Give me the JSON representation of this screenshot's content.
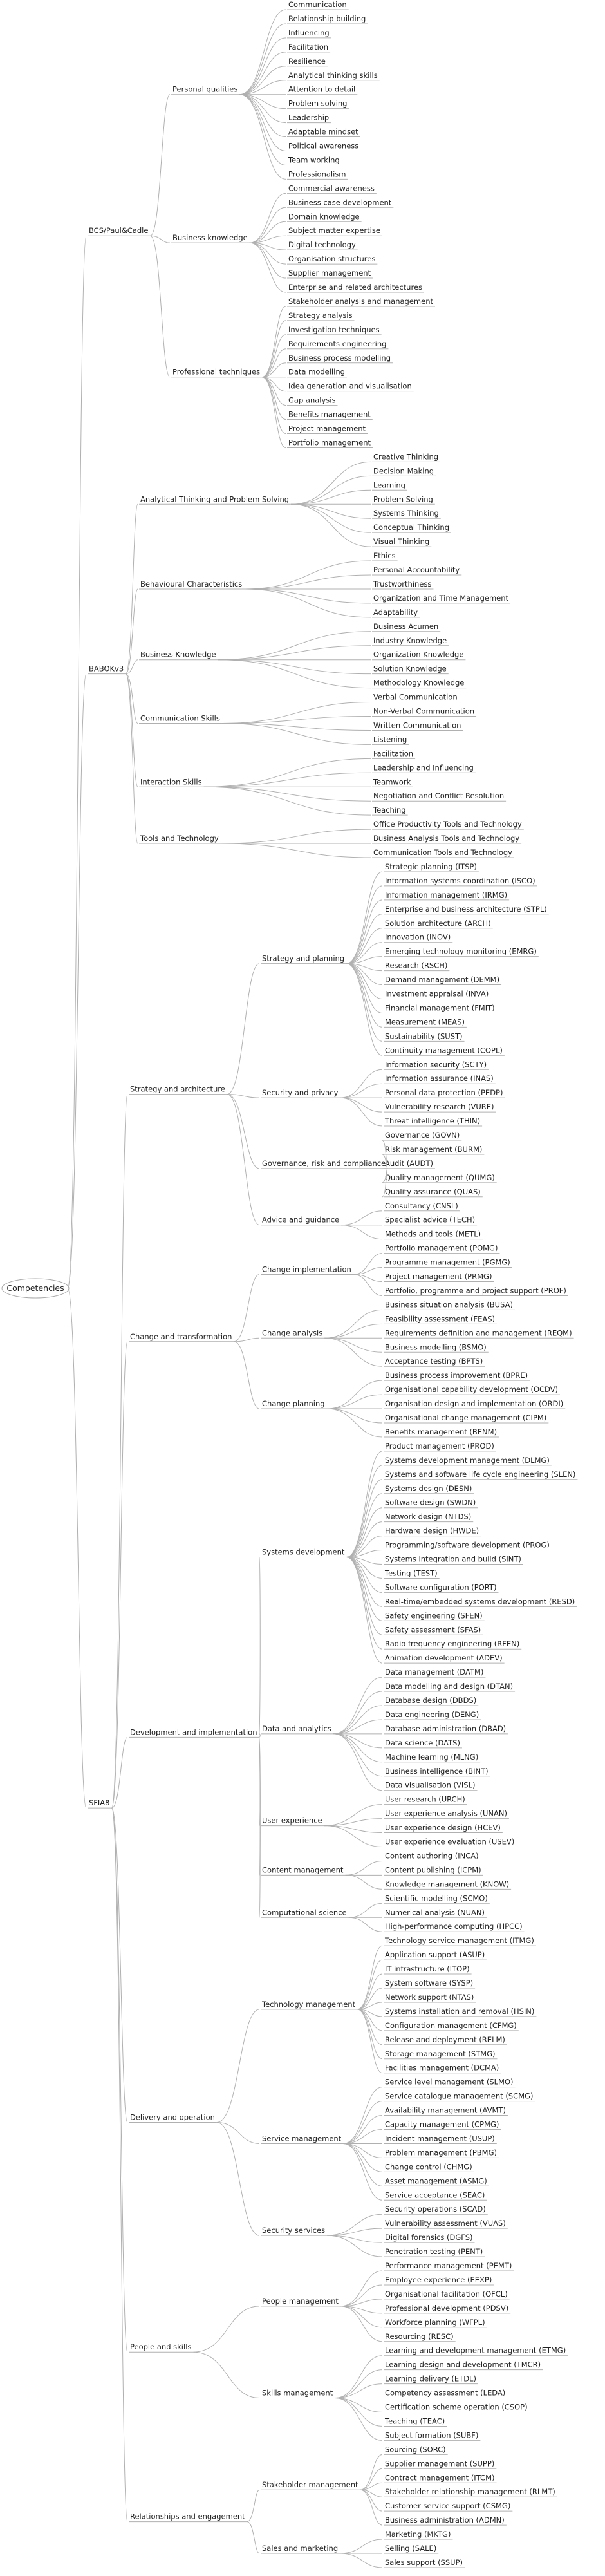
{
  "root": "Competencies",
  "frameworks": [
    {
      "label": "BCS/Paul&Cadle",
      "groups": [
        {
          "label": "Personal qualities",
          "items": [
            "Communication",
            "Relationship building",
            "Influencing",
            "Facilitation",
            "Resilience",
            "Analytical thinking skills",
            "Attention to detail",
            "Problem solving",
            "Leadership",
            "Adaptable mindset",
            "Political awareness",
            "Team working",
            "Professionalism"
          ]
        },
        {
          "label": "Business knowledge",
          "items": [
            "Commercial awareness",
            "Business case development",
            "Domain knowledge",
            "Subject matter expertise",
            "Digital technology",
            "Organisation structures",
            "Supplier management",
            "Enterprise and related architectures"
          ]
        },
        {
          "label": "Professional techniques",
          "items": [
            "Stakeholder analysis and management",
            "Strategy analysis",
            "Investigation techniques",
            "Requirements engineering",
            "Business process modelling",
            "Data modelling",
            "Idea generation and visualisation",
            "Gap analysis",
            "Benefits management",
            "Project management",
            "Portfolio management"
          ]
        }
      ]
    },
    {
      "label": "BABOKv3",
      "groups": [
        {
          "label": "Analytical Thinking and Problem Solving",
          "items": [
            "Creative Thinking",
            "Decision Making",
            "Learning",
            "Problem Solving",
            "Systems Thinking",
            "Conceptual Thinking",
            "Visual Thinking"
          ]
        },
        {
          "label": "Behavioural Characteristics",
          "items": [
            "Ethics",
            "Personal Accountability",
            "Trustworthiness",
            "Organization and Time Management",
            "Adaptability"
          ]
        },
        {
          "label": "Business Knowledge",
          "items": [
            "Business Acumen",
            "Industry Knowledge",
            "Organization Knowledge",
            "Solution Knowledge",
            "Methodology Knowledge"
          ]
        },
        {
          "label": "Communication Skills",
          "items": [
            "Verbal Communication",
            "Non-Verbal Communication",
            "Written Communication",
            "Listening"
          ]
        },
        {
          "label": "Interaction Skills",
          "items": [
            "Facilitation",
            "Leadership and Influencing",
            "Teamwork",
            "Negotiation and Conflict Resolution",
            "Teaching"
          ]
        },
        {
          "label": "Tools and Technology",
          "items": [
            "Office Productivity Tools and Technology",
            "Business Analysis Tools and Technology",
            "Communication Tools and Technology"
          ]
        }
      ]
    },
    {
      "label": "SFIA8",
      "categories": [
        {
          "label": "Strategy and architecture",
          "groups": [
            {
              "label": "Strategy and planning",
              "items": [
                "Strategic planning (ITSP)",
                "Information systems coordination (ISCO)",
                "Information management (IRMG)",
                "Enterprise and business architecture (STPL)",
                "Solution architecture (ARCH)",
                "Innovation (INOV)",
                "Emerging technology monitoring (EMRG)",
                "Research (RSCH)",
                "Demand management (DEMM)",
                "Investment appraisal (INVA)",
                "Financial management (FMIT)",
                "Measurement (MEAS)",
                "Sustainability (SUST)",
                "Continuity management (COPL)"
              ]
            },
            {
              "label": "Security and privacy",
              "items": [
                "Information security (SCTY)",
                "Information assurance (INAS)",
                "Personal data protection (PEDP)",
                "Vulnerability research (VURE)",
                "Threat intelligence (THIN)"
              ]
            },
            {
              "label": "Governance, risk and compliance",
              "items": [
                "Governance (GOVN)",
                "Risk management (BURM)",
                "Audit (AUDT)",
                "Quality management (QUMG)",
                "Quality assurance (QUAS)"
              ]
            },
            {
              "label": "Advice and guidance",
              "items": [
                "Consultancy (CNSL)",
                "Specialist advice (TECH)",
                "Methods and tools (METL)"
              ]
            }
          ]
        },
        {
          "label": "Change and transformation",
          "groups": [
            {
              "label": "Change implementation",
              "items": [
                "Portfolio management (POMG)",
                "Programme management (PGMG)",
                "Project management (PRMG)",
                "Portfolio, programme and project support (PROF)"
              ]
            },
            {
              "label": "Change analysis",
              "items": [
                "Business situation analysis (BUSA)",
                "Feasibility assessment (FEAS)",
                "Requirements definition and management (REQM)",
                "Business modelling (BSMO)",
                "Acceptance testing (BPTS)"
              ]
            },
            {
              "label": "Change planning",
              "items": [
                "Business process improvement (BPRE)",
                "Organisational capability development (OCDV)",
                "Organisation design and implementation (ORDI)",
                "Organisational change management (CIPM)",
                "Benefits management (BENM)"
              ]
            }
          ]
        },
        {
          "label": "Development and implementation",
          "groups": [
            {
              "label": "Systems development",
              "items": [
                "Product management (PROD)",
                "Systems development management (DLMG)",
                "Systems and software life cycle engineering (SLEN)",
                "Systems design (DESN)",
                "Software design (SWDN)",
                "Network design (NTDS)",
                "Hardware design (HWDE)",
                "Programming/software development (PROG)",
                "Systems integration and build (SINT)",
                "Testing (TEST)",
                "Software configuration (PORT)",
                "Real-time/embedded systems development (RESD)",
                "Safety engineering (SFEN)",
                "Safety assessment (SFAS)",
                "Radio frequency engineering (RFEN)",
                "Animation development (ADEV)"
              ]
            },
            {
              "label": "Data and analytics",
              "items": [
                "Data management (DATM)",
                "Data modelling and design (DTAN)",
                "Database design (DBDS)",
                "Data engineering (DENG)",
                "Database administration (DBAD)",
                "Data science (DATS)",
                "Machine learning (MLNG)",
                "Business intelligence (BINT)",
                "Data visualisation (VISL)"
              ]
            },
            {
              "label": "User experience",
              "items": [
                "User research (URCH)",
                "User experience analysis (UNAN)",
                "User experience design (HCEV)",
                "User experience evaluation (USEV)"
              ]
            },
            {
              "label": "Content management",
              "items": [
                "Content authoring (INCA)",
                "Content publishing (ICPM)",
                "Knowledge management (KNOW)"
              ]
            },
            {
              "label": "Computational science",
              "items": [
                "Scientific modelling (SCMO)",
                "Numerical analysis (NUAN)",
                "High-performance computing (HPCC)"
              ]
            }
          ]
        },
        {
          "label": "Delivery and operation",
          "groups": [
            {
              "label": "Technology management",
              "items": [
                "Technology service management (ITMG)",
                "Application support (ASUP)",
                "IT infrastructure (ITOP)",
                "System software (SYSP)",
                "Network support (NTAS)",
                "Systems installation and removal (HSIN)",
                "Configuration management (CFMG)",
                "Release and deployment (RELM)",
                "Storage management (STMG)",
                "Facilities management (DCMA)"
              ]
            },
            {
              "label": "Service management",
              "items": [
                "Service level management (SLMO)",
                "Service catalogue management (SCMG)",
                "Availability management (AVMT)",
                "Capacity management (CPMG)",
                "Incident management (USUP)",
                "Problem management (PBMG)",
                "Change control (CHMG)",
                "Asset management (ASMG)",
                "Service acceptance (SEAC)"
              ]
            },
            {
              "label": "Security services",
              "items": [
                "Security operations (SCAD)",
                "Vulnerability assessment (VUAS)",
                "Digital forensics (DGFS)",
                "Penetration testing (PENT)"
              ]
            }
          ]
        },
        {
          "label": "People and skills",
          "groups": [
            {
              "label": "People management",
              "items": [
                "Performance management (PEMT)",
                "Employee experience (EEXP)",
                "Organisational facilitation (OFCL)",
                "Professional development (PDSV)",
                "Workforce planning (WFPL)",
                "Resourcing (RESC)"
              ]
            },
            {
              "label": "Skills management",
              "items": [
                "Learning and development management (ETMG)",
                "Learning design and development (TMCR)",
                "Learning delivery (ETDL)",
                "Competency assessment (LEDA)",
                "Certification scheme operation (CSOP)",
                "Teaching (TEAC)",
                "Subject formation (SUBF)"
              ]
            }
          ]
        },
        {
          "label": "Relationships and engagement",
          "groups": [
            {
              "label": "Stakeholder management",
              "items": [
                "Sourcing (SORC)",
                "Supplier management (SUPP)",
                "Contract management (ITCM)",
                "Stakeholder relationship management (RLMT)",
                "Customer service support (CSMG)",
                "Business administration (ADMN)"
              ]
            },
            {
              "label": "Sales and marketing",
              "items": [
                "Marketing (MKTG)",
                "Selling (SALE)",
                "Sales support (SSUP)"
              ]
            }
          ]
        }
      ]
    }
  ]
}
